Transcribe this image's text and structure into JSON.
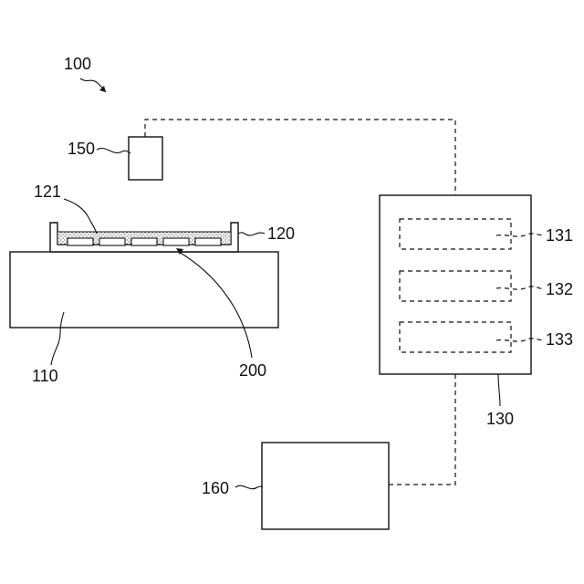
{
  "labels": {
    "system": "100",
    "stage": "110",
    "tray": "120",
    "fill": "121",
    "controller": "130",
    "module_1": "131",
    "module_2": "132",
    "module_3": "133",
    "sensor": "150",
    "device": "160",
    "workpiece": "200"
  }
}
